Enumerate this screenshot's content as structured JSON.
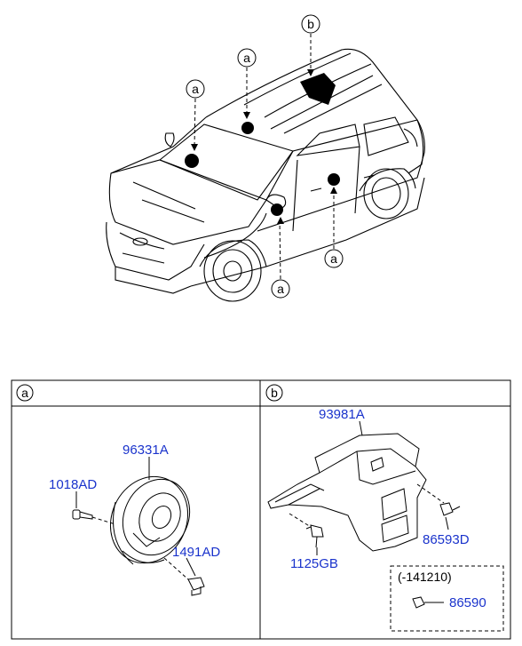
{
  "diagram": {
    "car_callouts": [
      "a",
      "a",
      "b",
      "a",
      "a"
    ],
    "panels": {
      "a": {
        "header": "a",
        "parts": {
          "speaker": "96331A",
          "screw": "1018AD",
          "clip": "1491AD"
        }
      },
      "b": {
        "header": "b",
        "parts": {
          "cover": "93981A",
          "bolt": "1125GB",
          "nut": "86593D",
          "alt_nut": "86590"
        },
        "note": "(-141210)"
      }
    },
    "colors": {
      "part_number_text": "#1a33cc",
      "line": "#000000"
    }
  }
}
